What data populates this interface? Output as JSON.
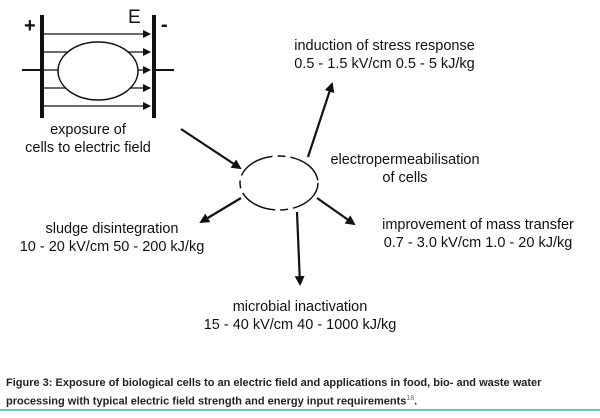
{
  "field_diagram": {
    "plus_sign": "+",
    "minus_sign": "-",
    "field_label": "E"
  },
  "exposure": {
    "line1": "exposure of",
    "line2": "cells to electric field"
  },
  "center": {
    "line1": "electropermeabilisation",
    "line2": "of cells"
  },
  "stress": {
    "line1": "induction of stress response",
    "line2": "0.5 - 1.5 kV/cm 0.5 - 5 kJ/kg"
  },
  "sludge": {
    "line1": "sludge disintegration",
    "line2": "10 - 20 kV/cm 50 - 200 kJ/kg"
  },
  "mass": {
    "line1": "improvement of mass transfer",
    "line2": "0.7 - 3.0 kV/cm 1.0 - 20 kJ/kg"
  },
  "microbial": {
    "line1": "microbial inactivation",
    "line2": "15 - 40 kV/cm 40 - 1000 kJ/kg"
  },
  "caption": {
    "text": "Figure 3: Exposure of biological cells to an electric field and applications in food, bio- and waste water processing with typical electric field strength and energy input requirements",
    "ref": "18",
    "end": "."
  },
  "colors": {
    "line": "#111111",
    "caption_rule": "#5fc9c0"
  }
}
